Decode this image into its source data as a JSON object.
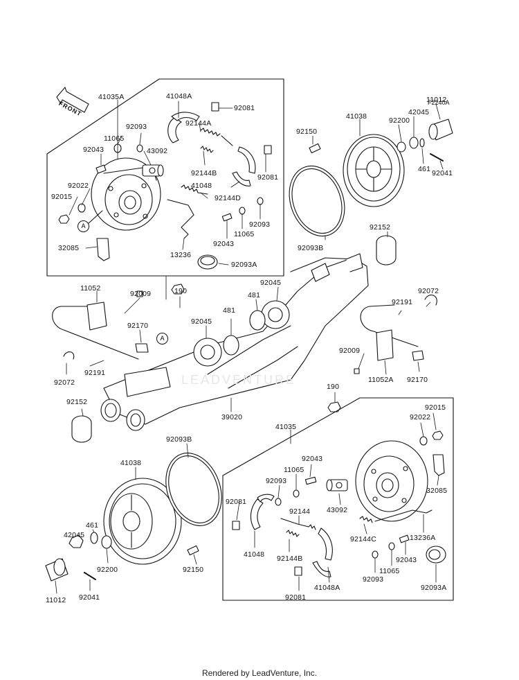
{
  "figure_code": "F2240A",
  "front_label": "FRONT",
  "callout_letter": "A",
  "watermark": "LEADVENTURE",
  "footer": "Rendered by LeadVenture, Inc.",
  "part_labels": {
    "p41035A": "41035A",
    "p41048A_top": "41048A",
    "p92081_top1": "92081",
    "p92144A": "92144A",
    "p92093_top1": "92093",
    "p11065_top1": "11065",
    "p43092_top": "43092",
    "p92043_top1": "92043",
    "p92144B_top": "92144B",
    "p92081_top2": "92081",
    "p92022_top": "92022",
    "p41048_top": "41048",
    "p92144D": "92144D",
    "p92015_top": "92015",
    "p92093_top2": "92093",
    "p11065_top2": "11065",
    "p92043_top2": "92043",
    "p32085_top": "32085",
    "p13236": "13236",
    "p92093A_top": "92093A",
    "p41038_top": "41038",
    "p11012_top": "11012",
    "p42045_top": "42045",
    "p92200_top": "92200",
    "p92150_top": "92150",
    "p461_top": "461",
    "p92041_top": "92041",
    "p92093B_top": "92093B",
    "p92152_top": "92152",
    "p11052": "11052",
    "p92009_left": "92009",
    "p190_top": "190",
    "p92045_upper": "92045",
    "p481_upper": "481",
    "p481_lower": "481",
    "p92045_lower": "92045",
    "p92170_left": "92170",
    "p92072_left": "92072",
    "p92191_left": "92191",
    "p92152_left": "92152",
    "p39020": "39020",
    "p92072_right": "92072",
    "p92191_right": "92191",
    "p92009_right": "92009",
    "p11052A": "11052A",
    "p92170_right": "92170",
    "p190_mid": "190",
    "p41035": "41035",
    "p92015_bot": "92015",
    "p92022_bot": "92022",
    "p92093B_bot": "92093B",
    "p41038_bot": "41038",
    "p92043_bot1": "92043",
    "p11065_bot1": "11065",
    "p92093_bot1": "92093",
    "p32085_bot": "32085",
    "p92081_bot1": "92081",
    "p43092_bot": "43092",
    "p92144": "92144",
    "p13236A": "13236A",
    "p461_bot": "461",
    "p42045_bot": "42045",
    "p92200_bot": "92200",
    "p92150_bot": "92150",
    "p41048_bot": "41048",
    "p92144B_bot": "92144B",
    "p92144C": "92144C",
    "p92043_bot2": "92043",
    "p11065_bot2": "11065",
    "p92093_bot2": "92093",
    "p92093A_bot": "92093A",
    "p11012_bot": "11012",
    "p92041_bot": "92041",
    "p92081_bot2": "92081",
    "p41048A_bot": "41048A"
  }
}
